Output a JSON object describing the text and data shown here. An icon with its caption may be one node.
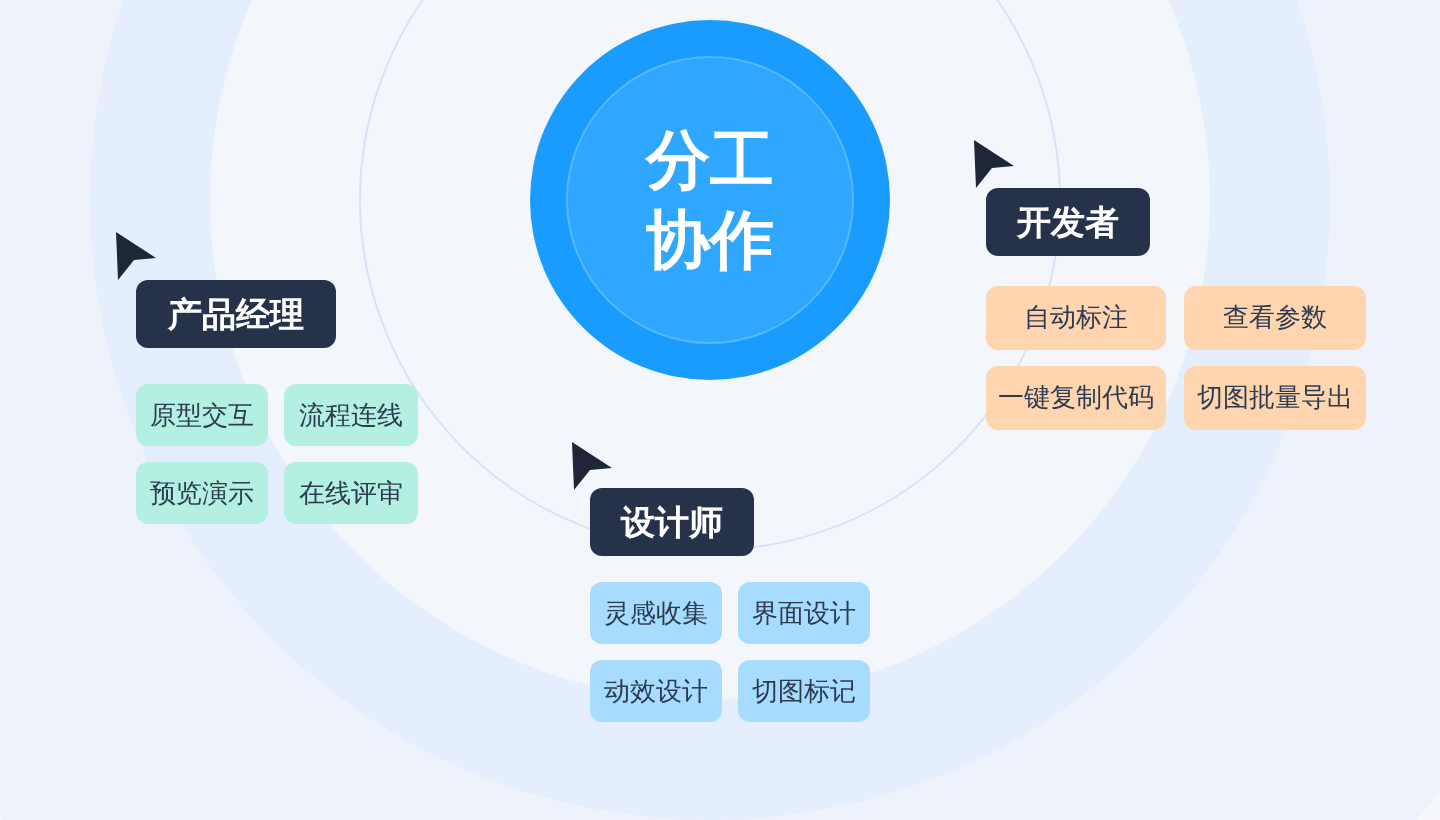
{
  "diagram": {
    "nodes": [
      {
        "text": [
          "分工协作"
        ]
      },
      {
        "text": [
          "开发者"
        ]
      },
      {
        "text": [
          "自动标注"
        ]
      },
      {
        "text": [
          "查看参数"
        ]
      },
      {
        "text": [
          "一键复制代码"
        ]
      },
      {
        "text": [
          "切图批量导出"
        ]
      },
      {
        "text": [
          "产品经理"
        ]
      },
      {
        "text": [
          "原型交互"
        ]
      },
      {
        "text": [
          "流程连线"
        ]
      },
      {
        "text": [
          "预览演示"
        ]
      },
      {
        "text": [
          "在线评审"
        ]
      },
      {
        "text": [
          "设计师"
        ]
      },
      {
        "text": [
          "灵感收集"
        ]
      },
      {
        "text": [
          "界面设计"
        ]
      },
      {
        "text": [
          "动效设计"
        ]
      },
      {
        "text": [
          "切图标记"
        ]
      }
    ]
  }
}
